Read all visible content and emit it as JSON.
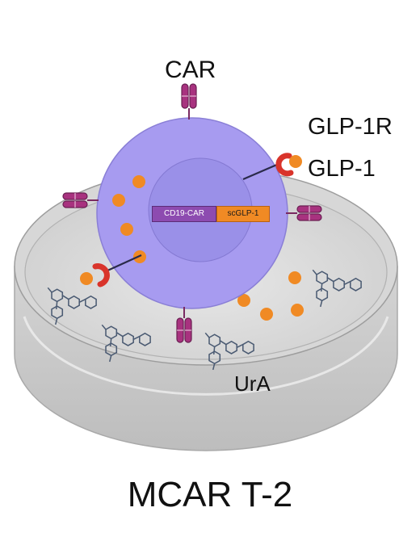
{
  "labels": {
    "car": "CAR",
    "glp1r": "GLP-1R",
    "glp1": "GLP-1",
    "ura": "UrA",
    "title": "MCAR T-2"
  },
  "gene_construct": {
    "segment_1": "CD19-CAR",
    "segment_2": "scGLP-1"
  },
  "colors": {
    "cell_membrane": "#a79bf0",
    "nucleus": "#9a90e8",
    "glp1_peptide": "#f08a24",
    "car_receptor": "#a8327f",
    "glp1_receptor": "#d9342b",
    "dish_rim": "#d9d9d9",
    "molecule": "#4a5a72"
  }
}
